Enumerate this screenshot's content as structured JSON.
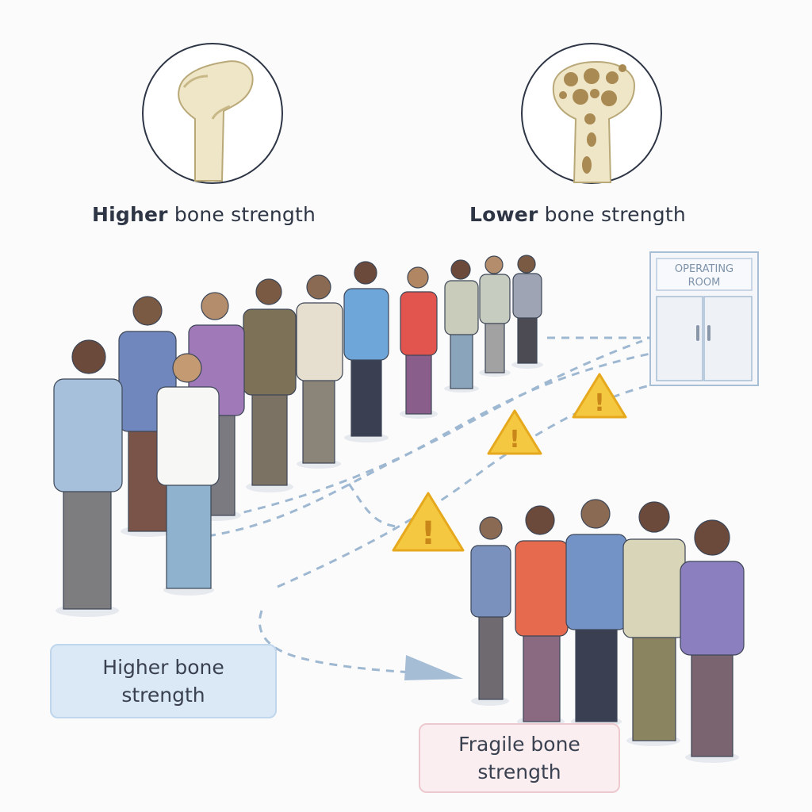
{
  "top_labels": {
    "high": {
      "bold": "Higher",
      "rest": " bone strength"
    },
    "low": {
      "bold": "Lower",
      "rest": " bone strength"
    }
  },
  "door": {
    "line1": "OPERATING",
    "line2": "ROOM"
  },
  "boxes": {
    "high": {
      "line1": "Higher bone",
      "line2": "strength"
    },
    "fragile": {
      "line1": "Fragile bone",
      "line2": "strength"
    }
  },
  "colors": {
    "warning": "#f5c842",
    "path": "#9fb8d2",
    "box_high": "#dbe9f6",
    "box_fragile": "#fbeef0",
    "bone": "#efe6c8"
  },
  "icons": [
    "healthy-bone-icon",
    "porous-bone-icon",
    "warning-icon",
    "door-icon"
  ]
}
